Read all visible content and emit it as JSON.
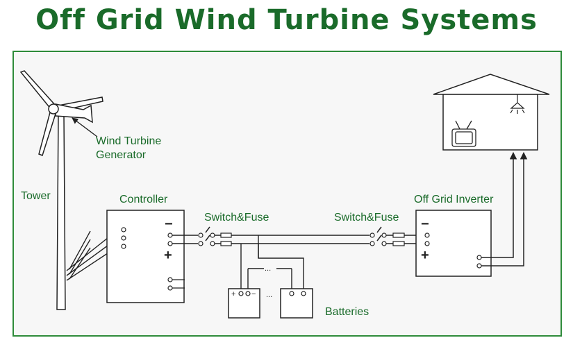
{
  "title": "Off Grid Wind Turbine Systems",
  "labels": {
    "wind_turbine_line1": "Wind Turbine",
    "wind_turbine_line2": "Generator",
    "tower": "Tower",
    "controller": "Controller",
    "switch_fuse_left": "Switch&Fuse",
    "switch_fuse_right": "Switch&Fuse",
    "off_grid_inverter": "Off Grid Inverter",
    "batteries": "Batteries"
  },
  "signs": {
    "controller_minus": "−",
    "controller_plus": "+",
    "inverter_minus": "−",
    "inverter_plus": "+",
    "battery_plus": "+",
    "battery_minus": "−",
    "battery_dots": "..."
  },
  "colors": {
    "accent": "#1a6b2a",
    "border": "#2e8b3a",
    "line": "#222222"
  }
}
